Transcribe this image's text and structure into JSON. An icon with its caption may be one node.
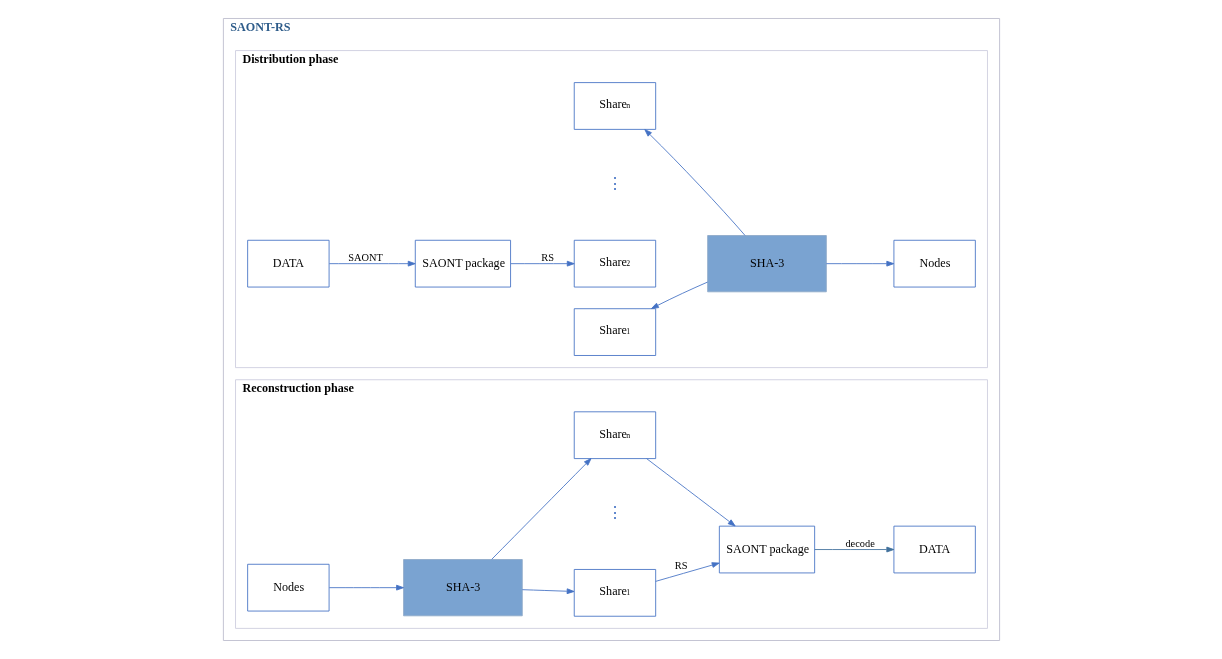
{
  "diagram": {
    "nodes": [
      {
        "text": [
          "SAONT-RS"
        ]
      },
      {
        "text": [
          "Distribution phase"
        ],
        "in": 0
      },
      {
        "text": [
          "DATA"
        ],
        "in": 1
      },
      {
        "text": [
          "SAONT package"
        ],
        "in": 1
      },
      {
        "text": [
          "Share$_{1}$"
        ],
        "in": 1
      },
      {
        "text": [
          "Share$_{2}$"
        ],
        "in": 1
      },
      {
        "text": [
          "Share$_{n}$"
        ],
        "in": 1
      },
      {
        "text": [
          "SHA-3"
        ],
        "in": 1
      },
      {
        "text": [
          "Nodes"
        ],
        "in": 1
      },
      {
        "text": [
          "Reconstruction phase"
        ],
        "in": 0
      },
      {
        "text": [
          "Nodes"
        ],
        "in": 9
      },
      {
        "text": [
          "SHA-3"
        ],
        "in": 9
      },
      {
        "text": [
          "Share$_{1}$"
        ],
        "in": 9
      },
      {
        "text": [
          "Share$_{n}$"
        ],
        "in": 9
      },
      {
        "text": [
          "SAONT package"
        ],
        "in": 9
      },
      {
        "text": [
          "DATA"
        ],
        "in": 9
      }
    ],
    "edges": [
      {
        "from": 2,
        "to": 3,
        "arrow": "to",
        "label": "SAONT"
      },
      {
        "from": 3,
        "to": 5,
        "arrow": "to",
        "label": "RS"
      },
      {
        "from": 7,
        "to": 4,
        "arrow": "to"
      },
      {
        "from": 7,
        "to": 6,
        "arrow": "to"
      },
      {
        "from": 7,
        "to": 8,
        "arrow": "to"
      },
      {
        "from": 10,
        "to": 11,
        "arrow": "to"
      },
      {
        "from": 11,
        "to": 12,
        "arrow": "to"
      },
      {
        "from": 11,
        "to": 13,
        "arrow": "to"
      },
      {
        "from": 12,
        "to": 14,
        "arrow": "to",
        "label": "RS"
      },
      {
        "from": 13,
        "to": 14,
        "arrow": "to"
      },
      {
        "from": 14,
        "to": 15,
        "arrow": "to",
        "label": "decode",
        "color": "#41719c"
      }
    ],
    "labels": [
      "⋮",
      "⋮"
    ]
  }
}
